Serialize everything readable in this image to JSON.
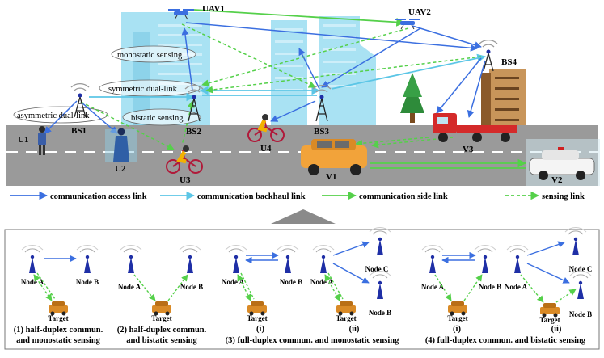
{
  "scene": {
    "base_stations": [
      "BS1",
      "BS2",
      "BS3",
      "BS4"
    ],
    "uavs": [
      "UAV1",
      "UAV2"
    ],
    "users": [
      "U1",
      "U2",
      "U3",
      "U4"
    ],
    "vehicles": [
      "V1",
      "V2",
      "V3"
    ],
    "annotations": {
      "monostatic": "monostatic sensing",
      "symmetric": "symmetric dual-link",
      "asymmetric": "asymmetric dual-link",
      "bistatic": "bistatic sensing"
    }
  },
  "legend": [
    {
      "label": "communication access link",
      "color": "#3b6fe0",
      "style": "solid"
    },
    {
      "label": "communication backhaul link",
      "color": "#5cc6e6",
      "style": "solid"
    },
    {
      "label": "communication side link",
      "color": "#55d04a",
      "style": "solid"
    },
    {
      "label": "sensing link",
      "color": "#55d04a",
      "style": "dashed"
    }
  ],
  "modes": {
    "node_a": "Node A",
    "node_b": "Node B",
    "node_c": "Node C",
    "target": "Target",
    "sub_i": "(i)",
    "sub_ii": "(ii)",
    "cap1_l1": "(1) half-duplex commun.",
    "cap1_l2": "and monostatic sensing",
    "cap2_l1": "(2) half-duplex commun.",
    "cap2_l2": "and bistatic sensing",
    "cap3": "(3) full-duplex commun. and monostatic sensing",
    "cap4": "(4) full-duplex commun. and bistatic sensing"
  },
  "colors": {
    "access": "#3b6fe0",
    "backhaul": "#5cc6e6",
    "side": "#55d04a",
    "sensing": "#55d04a",
    "road": "#9a9a9a",
    "building": "#a9e2f3",
    "antenna": "#1f2fa6"
  }
}
